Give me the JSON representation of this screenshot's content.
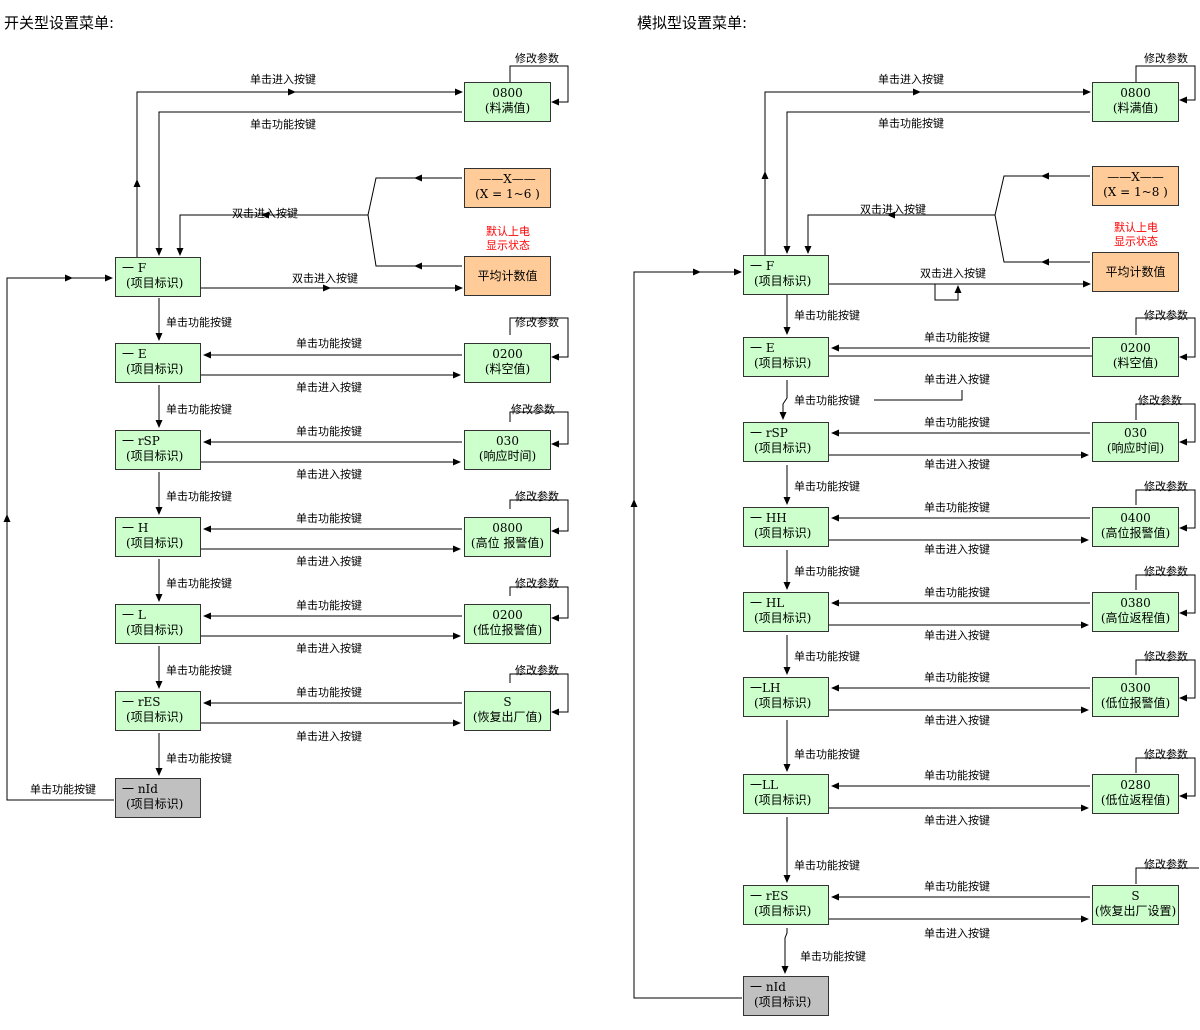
{
  "left": {
    "title": "开关型设置菜单:",
    "menus": {
      "F": {
        "l1": "一 F",
        "l2": "(项目标识)"
      },
      "E": {
        "l1": "一 E",
        "l2": "(项目标识)"
      },
      "rSP": {
        "l1": "一 rSP",
        "l2": "(项目标识)"
      },
      "H": {
        "l1": "一 H",
        "l2": "(项目标识)"
      },
      "L": {
        "l1": "一 L",
        "l2": "(项目标识)"
      },
      "rES": {
        "l1": "一 rES",
        "l2": "(项目标识)"
      },
      "nId": {
        "l1": "一 nId",
        "l2": "(项目标识)"
      }
    },
    "params": {
      "full": {
        "l1": "0800",
        "l2": "(料满值)"
      },
      "x": {
        "l1": "——X——",
        "l2": "(X = 1~6 )"
      },
      "avg": {
        "l1": "平均计数值"
      },
      "empty": {
        "l1": "0200",
        "l2": "(料空值)"
      },
      "resp": {
        "l1": "030",
        "l2": "(响应时间)"
      },
      "high": {
        "l1": "0800",
        "l2": "(高位 报警值)"
      },
      "low": {
        "l1": "0200",
        "l2": "(低位报警值)"
      },
      "reset": {
        "l1": "S",
        "l2": "(恢复出厂值)"
      }
    },
    "default_state": [
      "默认上电",
      "显示状态"
    ]
  },
  "right": {
    "title": "模拟型设置菜单:",
    "menus": {
      "F": {
        "l1": "一 F",
        "l2": "(项目标识)"
      },
      "E": {
        "l1": "一 E",
        "l2": "(项目标识)"
      },
      "rSP": {
        "l1": "一 rSP",
        "l2": "(项目标识)"
      },
      "HH": {
        "l1": "一 HH",
        "l2": "(项目标识)"
      },
      "HL": {
        "l1": "一 HL",
        "l2": "(项目标识)"
      },
      "LH": {
        "l1": "一LH",
        "l2": "(项目标识)"
      },
      "LL": {
        "l1": "一LL",
        "l2": "(项目标识)"
      },
      "rES": {
        "l1": "一 rES",
        "l2": "(项目标识)"
      },
      "nId": {
        "l1": "一 nId",
        "l2": "(项目标识)"
      }
    },
    "params": {
      "full": {
        "l1": "0800",
        "l2": "(料满值)"
      },
      "x": {
        "l1": "——X——",
        "l2": "(X = 1~8 )"
      },
      "avg": {
        "l1": "平均计数值"
      },
      "empty": {
        "l1": "0200",
        "l2": "(料空值)"
      },
      "resp": {
        "l1": "030",
        "l2": "(响应时间)"
      },
      "hh": {
        "l1": "0400",
        "l2": "(高位报警值)"
      },
      "hl": {
        "l1": "0380",
        "l2": "(高位返程值)"
      },
      "lh": {
        "l1": "0300",
        "l2": "(低位报警值)"
      },
      "ll": {
        "l1": "0280",
        "l2": "(低位返程值)"
      },
      "reset": {
        "l1": "S",
        "l2": "(恢复出厂设置)"
      }
    },
    "default_state": [
      "默认上电",
      "显示状态"
    ]
  },
  "labels": {
    "single_enter": "单击进入按键",
    "single_func": "单击功能按键",
    "double_enter": "双击进入按键",
    "modify": "修改参数"
  },
  "colors": {
    "menu_box": "#ccffcc",
    "param_box": "#ccffcc",
    "highlight_box": "#ffcc99",
    "end_box": "#c0c0c0",
    "default_text": "#ff0000"
  }
}
